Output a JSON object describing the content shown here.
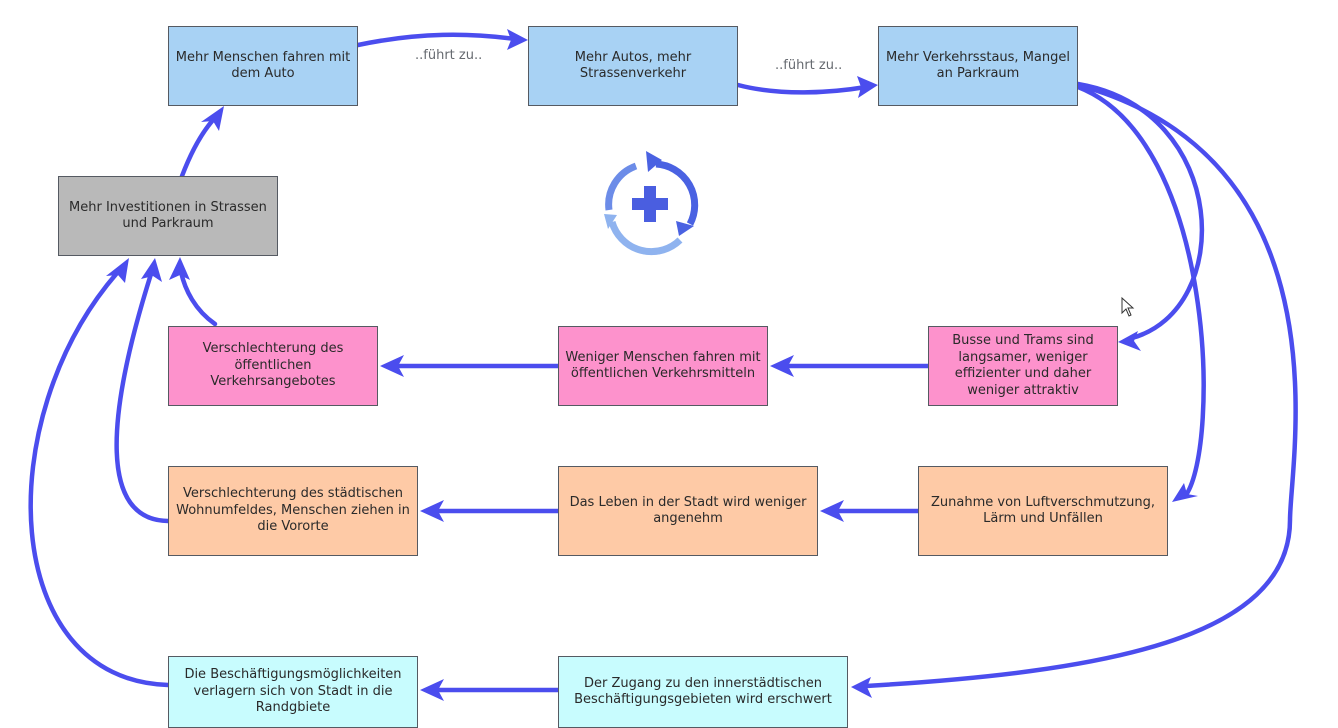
{
  "colors": {
    "edge": "#4b4dee",
    "blue_node": "#a8d2f4",
    "grey_node": "#b9b9b9",
    "pink_node": "#fd92cc",
    "peach_node": "#fecaa6",
    "cyan_node": "#c8fcfe"
  },
  "nodes": {
    "n1": "Mehr Menschen fahren mit dem Auto",
    "n2": "Mehr Autos, mehr Strassenverkehr",
    "n3": "Mehr Verkehrsstaus, Mangel an Parkraum",
    "n4": "Mehr Investitionen in Strassen und Parkraum",
    "n5": "Verschlechterung des öffentlichen Verkehrsangebotes",
    "n6": "Weniger Menschen fahren mit öffentlichen Verkehrsmitteln",
    "n7": "Busse und Trams sind langsamer, weniger effizienter und daher weniger attraktiv",
    "n8": "Verschlechterung des städtischen Wohnumfeldes, Menschen ziehen in die Vororte",
    "n9": "Das Leben in der Stadt wird weniger angenehm",
    "n10": "Zunahme von Luftverschmutzung, Lärm und Unfällen",
    "n11": "Die Beschäftigungsmöglichkeiten verlagern sich von Stadt in die Randgbiete",
    "n12": "Der Zugang zu den innerstädtischen Beschäftigungsgebieten wird erschwert"
  },
  "edge_labels": {
    "e1": "..führt zu..",
    "e2": "..führt zu.."
  },
  "icons": {
    "center": "reinforcing-loop-plus-icon",
    "cursor": "mouse-pointer-icon"
  }
}
